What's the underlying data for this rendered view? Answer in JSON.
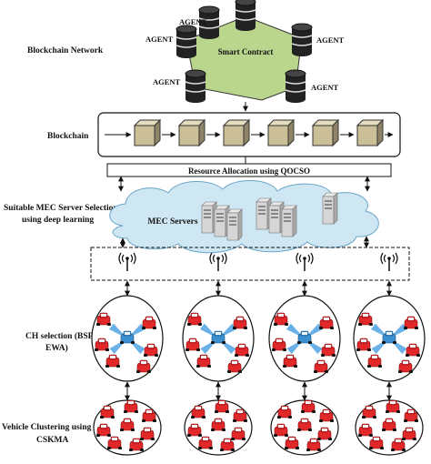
{
  "network": {
    "section_label": "Blockchain Network",
    "center_label": "Smart Contract",
    "agent_label": "AGENT",
    "ring_color": "#b9d68c"
  },
  "blockchain": {
    "section_label": "Blockchain",
    "block_count": 6,
    "block_color": "#cbbf98"
  },
  "resource_allocation": {
    "label": "Resource Allocation using QOCSO"
  },
  "mec": {
    "section_label_line1": "Suitable MEC Server Selection",
    "section_label_line2": "using deep learning",
    "cloud_label": "MEC Servers",
    "cloud_color": "#cfe6f3"
  },
  "ch_selection": {
    "label_line1": "CH selection (BSP-",
    "label_line2": "EWA)"
  },
  "clustering": {
    "label_line1": "Vehicle Clustering using",
    "label_line2": "CSKMA"
  },
  "colors": {
    "car": "#e0282a",
    "ch_car": "#3a8fd0",
    "signal": "#5aa8e6"
  }
}
